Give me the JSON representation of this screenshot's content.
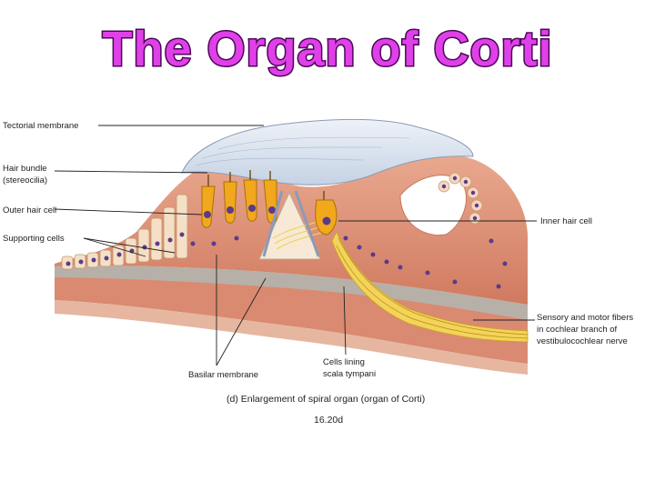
{
  "title": "The Organ of Corti",
  "labels": {
    "tectorial_membrane": "Tectorial membrane",
    "hair_bundle_line1": "Hair bundle",
    "hair_bundle_line2": "(stereocilia)",
    "outer_hair_cell": "Outer hair cell",
    "supporting_cells": "Supporting cells",
    "inner_hair_cell": "Inner hair cell",
    "sensory_motor_line1": "Sensory and motor fibers",
    "sensory_motor_line2": "in cochlear branch of",
    "sensory_motor_line3": "vestibulocochlear nerve",
    "cells_lining_line1": "Cells lining",
    "cells_lining_line2": "scala tympani",
    "basilar_membrane": "Basilar membrane"
  },
  "caption": "(d) Enlargement of spiral organ (organ of Corti)",
  "figure_number": "16.20d",
  "colors": {
    "title_fill": "#e040e8",
    "title_stroke": "#5a0a6a",
    "tectorial": "#dde6f2",
    "tissue": "#e8a58a",
    "tissue_dark": "#c9765c",
    "hair_cell": "#f2a81c",
    "nucleus": "#5b3a8c",
    "nerve": "#f3d35a"
  }
}
